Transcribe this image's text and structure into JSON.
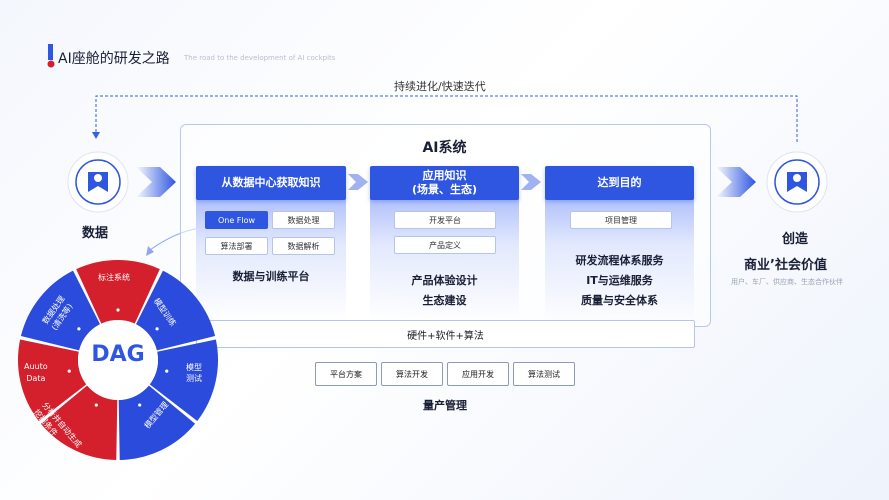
{
  "header": {
    "title": "AI座舱的研发之路",
    "subtitle": "The road to the development of AI cockpits"
  },
  "loop_label": "持续进化/快速迭代",
  "left_icon_label": "数据",
  "right_icon_label_1": "创造",
  "right_icon_label_2": "商业’社会价值",
  "right_caption": "用户、车厂、供应商、生态合作伙伴",
  "ai_system": {
    "title": "AI系统",
    "columns": [
      {
        "head": "从数据中心获取知识",
        "tags": [
          "One Flow",
          "数据处理",
          "算法部署",
          "数据解析"
        ],
        "lines": [
          "数据与训练平台"
        ]
      },
      {
        "head_line1": "应用知识",
        "head_line2": "(场景、生态)",
        "tags": [
          "开发平台",
          "产品定义"
        ],
        "lines": [
          "产品体验设计",
          "生态建设"
        ]
      },
      {
        "head": "达到目的",
        "tags": [
          "项目管理"
        ],
        "lines": [
          "研发流程体系服务",
          "IT与运维服务",
          "质量与安全体系"
        ]
      }
    ]
  },
  "hardware_bar": "硬件+软件+算法",
  "production": {
    "tags": [
      "平台方案",
      "算法开发",
      "应用开发",
      "算法测试"
    ],
    "label": "量产管理"
  },
  "dag": {
    "center": "DAG",
    "segments": [
      "标注系统",
      "模型训练",
      "模型测试",
      "模型管理",
      "分析并自动生成挖掘条件",
      "Auuto Data",
      "数据处理(清洗等)"
    ],
    "mid_line1": "模型",
    "mid_line2": "测试",
    "auto_line1": "Auuto",
    "auto_line2": "Data",
    "p1_line1": "数据处理",
    "p1_line2": "(清洗等)",
    "p2_line1": "分析并自动生成",
    "p2_line2": "挖掘条件"
  },
  "colors": {
    "primary_blue": "#2f56e0",
    "dag_red": "#d41f2c",
    "dag_blue": "#2a4bdc"
  }
}
